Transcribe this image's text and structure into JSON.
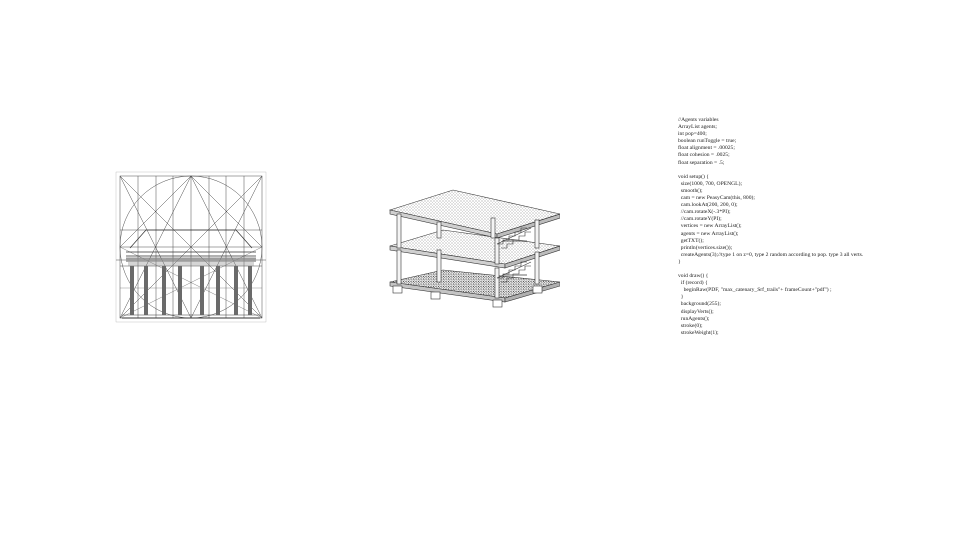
{
  "code": {
    "lines": [
      "//Agents variables",
      "ArrayList agents;",
      "int pop=400;",
      "boolean runToggle = true;",
      "float alignment = .00025;",
      "float cohesion = .0025;",
      "float separation = .5;",
      "",
      "void setup() {",
      "  size(1000, 700, OPENGL);",
      "  smooth();",
      "  cam = new PeasyCam(this, 800);",
      "  cam.lookAt(200, 200, 0);",
      "  //cam.rotateX(-.3*PI);",
      "  //cam.rotateY(PI);",
      "  vertices = new ArrayList();",
      "  agents = new ArrayList();",
      "  getTXT();",
      "  println(vertices.size());",
      "  createAgents(3);//type 1 on z=0, type 2 random according to pop. type 3 all verts.",
      "}",
      "",
      "void draw() {",
      "  if (record) {",
      "    beginRaw(PDF, \"max_catenary_Srf_trails\"+ frameCount+\"pdf\") ;",
      "  }",
      "  background(255);",
      "  displayVerts();",
      "  runAgents();",
      "  stroke(0);",
      "  strokeWeight(1);"
    ]
  }
}
